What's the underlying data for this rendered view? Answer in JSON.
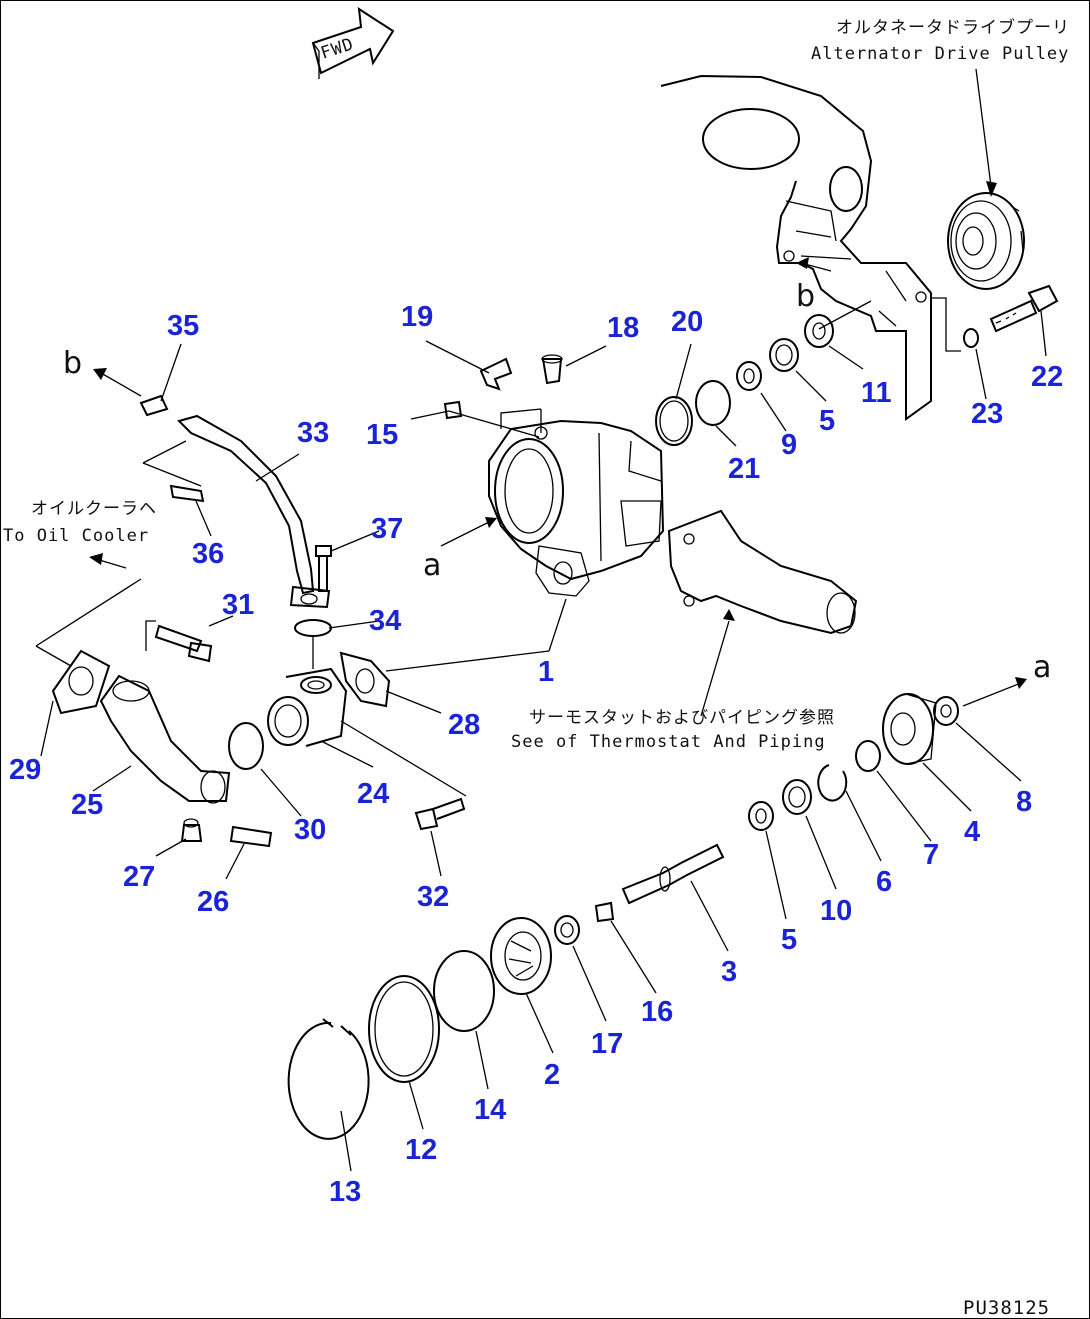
{
  "diagram": {
    "fwd_mark": "FWD",
    "drawing_number": "PU38125",
    "callouts": {
      "alternator_jp": "オルタネータドライブプーリ",
      "alternator_en": "Alternator Drive Pulley",
      "oil_cooler_jp": "オイルクーラヘ",
      "oil_cooler_en": "To Oil Cooler",
      "thermostat_jp": "サーモスタットおよびパイピング参照",
      "thermostat_en": "See of Thermostat And Piping"
    },
    "letters": {
      "b_top": "b",
      "b_left": "b",
      "a_left": "a",
      "a_right": "a"
    },
    "parts": [
      "1",
      "2",
      "3",
      "4",
      "5",
      "6",
      "7",
      "8",
      "9",
      "10",
      "11",
      "12",
      "13",
      "14",
      "15",
      "16",
      "17",
      "18",
      "19",
      "20",
      "21",
      "22",
      "23",
      "24",
      "25",
      "26",
      "27",
      "28",
      "29",
      "30",
      "31",
      "32",
      "33",
      "34",
      "35",
      "36",
      "37"
    ],
    "label_5_second": "5"
  }
}
